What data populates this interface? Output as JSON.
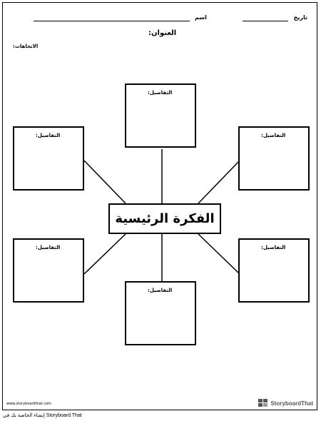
{
  "header": {
    "date_label": "تاريخ",
    "name_label": "اسم"
  },
  "title_label": ":العنوان",
  "directions_label": ":الاتجاهات",
  "main_idea": "الفكرة الرئيسية",
  "details_boxes": [
    {
      "label": ":التفاصيل"
    },
    {
      "label": ":التفاصيل"
    },
    {
      "label": ":التفاصيل"
    },
    {
      "label": ":التفاصيل"
    },
    {
      "label": ":التفاصيل"
    },
    {
      "label": ":التفاصيل"
    }
  ],
  "bottom": {
    "site": "www.storyboardthat.com",
    "brand": "StoryboardThat"
  },
  "footer_text": "إنشاء الخاصة بك في Storyboard That"
}
